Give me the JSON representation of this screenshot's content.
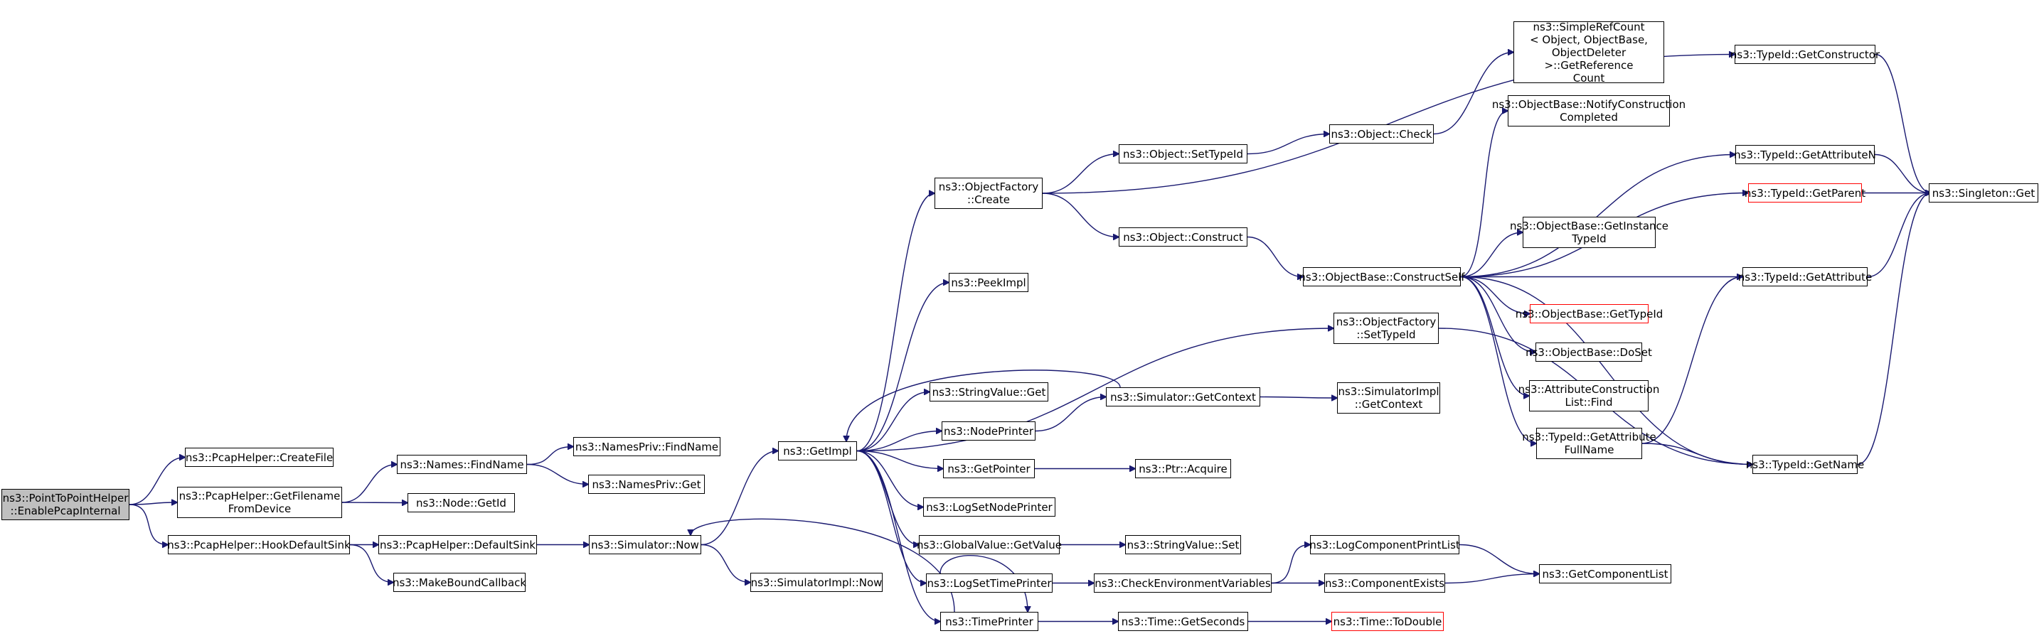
{
  "colors": {
    "edge": "#191970",
    "truncated_border": "#ff0000",
    "root_fill": "#bfbfbf"
  },
  "nodes": [
    {
      "id": "n0",
      "label": "ns3::PointToPointHelper\n::EnablePcapInternal",
      "root": true
    },
    {
      "id": "n1",
      "label": "ns3::PcapHelper::CreateFile"
    },
    {
      "id": "n2",
      "label": "ns3::PcapHelper::GetFilename\nFromDevice"
    },
    {
      "id": "n3",
      "label": "ns3::PcapHelper::HookDefaultSink"
    },
    {
      "id": "n4",
      "label": "ns3::Names::FindName"
    },
    {
      "id": "n5",
      "label": "ns3::Node::GetId"
    },
    {
      "id": "n6",
      "label": "ns3::NamesPriv::FindName"
    },
    {
      "id": "n7",
      "label": "ns3::NamesPriv::Get"
    },
    {
      "id": "n8",
      "label": "ns3::PcapHelper::DefaultSink"
    },
    {
      "id": "n9",
      "label": "ns3::MakeBoundCallback"
    },
    {
      "id": "n10",
      "label": "ns3::Simulator::Now"
    },
    {
      "id": "n11",
      "label": "ns3::GetImpl"
    },
    {
      "id": "n12",
      "label": "ns3::SimulatorImpl::Now"
    },
    {
      "id": "n13",
      "label": "ns3::ObjectFactory\n::Create"
    },
    {
      "id": "n14",
      "label": "ns3::PeekImpl"
    },
    {
      "id": "n15",
      "label": "ns3::StringValue::Get"
    },
    {
      "id": "n16",
      "label": "ns3::NodePrinter"
    },
    {
      "id": "n17",
      "label": "ns3::GetPointer"
    },
    {
      "id": "n18",
      "label": "ns3::LogSetNodePrinter"
    },
    {
      "id": "n19",
      "label": "ns3::GlobalValue::GetValue"
    },
    {
      "id": "n20",
      "label": "ns3::LogSetTimePrinter"
    },
    {
      "id": "n21",
      "label": "ns3::TimePrinter"
    },
    {
      "id": "n22",
      "label": "ns3::Object::SetTypeId"
    },
    {
      "id": "n23",
      "label": "ns3::Object::Construct"
    },
    {
      "id": "n24",
      "label": "ns3::Simulator::GetContext"
    },
    {
      "id": "n25",
      "label": "ns3::Ptr::Acquire"
    },
    {
      "id": "n26",
      "label": "ns3::StringValue::Set"
    },
    {
      "id": "n27",
      "label": "ns3::CheckEnvironmentVariables"
    },
    {
      "id": "n28",
      "label": "ns3::Time::GetSeconds"
    },
    {
      "id": "n29",
      "label": "ns3::Object::Check"
    },
    {
      "id": "n30",
      "label": "ns3::ObjectBase::ConstructSelf"
    },
    {
      "id": "n31",
      "label": "ns3::ObjectFactory\n::SetTypeId"
    },
    {
      "id": "n32",
      "label": "ns3::SimulatorImpl\n::GetContext"
    },
    {
      "id": "n33",
      "label": "ns3::LogComponentPrintList"
    },
    {
      "id": "n34",
      "label": "ns3::ComponentExists"
    },
    {
      "id": "n35",
      "label": "ns3::Time::ToDouble",
      "truncated": true
    },
    {
      "id": "n36",
      "label": "ns3::SimpleRefCount\n< Object, ObjectBase,\n ObjectDeleter >::GetReference\nCount"
    },
    {
      "id": "n37",
      "label": "ns3::ObjectBase::NotifyConstruction\nCompleted"
    },
    {
      "id": "n38",
      "label": "ns3::ObjectBase::GetInstance\nTypeId"
    },
    {
      "id": "n39",
      "label": "ns3::ObjectBase::GetTypeId",
      "truncated": true
    },
    {
      "id": "n40",
      "label": "ns3::ObjectBase::DoSet"
    },
    {
      "id": "n41",
      "label": "ns3::AttributeConstruction\nList::Find"
    },
    {
      "id": "n42",
      "label": "ns3::TypeId::GetAttribute\nFullName"
    },
    {
      "id": "n43",
      "label": "ns3::GetComponentList"
    },
    {
      "id": "n44",
      "label": "ns3::TypeId::GetConstructor"
    },
    {
      "id": "n45",
      "label": "ns3::TypeId::GetAttributeN"
    },
    {
      "id": "n46",
      "label": "ns3::TypeId::GetParent",
      "truncated": true
    },
    {
      "id": "n47",
      "label": "ns3::TypeId::GetAttribute"
    },
    {
      "id": "n48",
      "label": "ns3::TypeId::GetName"
    },
    {
      "id": "n49",
      "label": "ns3::Singleton::Get"
    }
  ],
  "edges": [
    [
      "n0",
      "n1"
    ],
    [
      "n0",
      "n2"
    ],
    [
      "n0",
      "n3"
    ],
    [
      "n2",
      "n4"
    ],
    [
      "n2",
      "n5"
    ],
    [
      "n4",
      "n6"
    ],
    [
      "n4",
      "n7"
    ],
    [
      "n3",
      "n8"
    ],
    [
      "n3",
      "n9"
    ],
    [
      "n8",
      "n10"
    ],
    [
      "n10",
      "n11"
    ],
    [
      "n10",
      "n12"
    ],
    [
      "n11",
      "n13"
    ],
    [
      "n11",
      "n14"
    ],
    [
      "n11",
      "n15"
    ],
    [
      "n11",
      "n16"
    ],
    [
      "n11",
      "n17"
    ],
    [
      "n11",
      "n18"
    ],
    [
      "n11",
      "n19"
    ],
    [
      "n11",
      "n20"
    ],
    [
      "n11",
      "n21"
    ],
    [
      "n11",
      "n31"
    ],
    [
      "n21",
      "n10"
    ],
    [
      "n13",
      "n22"
    ],
    [
      "n13",
      "n23"
    ],
    [
      "n13",
      "n44"
    ],
    [
      "n16",
      "n24"
    ],
    [
      "n24",
      "n11"
    ],
    [
      "n24",
      "n32"
    ],
    [
      "n17",
      "n25"
    ],
    [
      "n19",
      "n26"
    ],
    [
      "n20",
      "n21"
    ],
    [
      "n20",
      "n27"
    ],
    [
      "n27",
      "n33"
    ],
    [
      "n27",
      "n34"
    ],
    [
      "n21",
      "n28"
    ],
    [
      "n28",
      "n35"
    ],
    [
      "n22",
      "n29"
    ],
    [
      "n29",
      "n36"
    ],
    [
      "n23",
      "n30"
    ],
    [
      "n30",
      "n37"
    ],
    [
      "n30",
      "n45"
    ],
    [
      "n30",
      "n46"
    ],
    [
      "n30",
      "n38"
    ],
    [
      "n30",
      "n47"
    ],
    [
      "n30",
      "n39"
    ],
    [
      "n30",
      "n40"
    ],
    [
      "n30",
      "n41"
    ],
    [
      "n30",
      "n42"
    ],
    [
      "n30",
      "n48"
    ],
    [
      "n31",
      "n48"
    ],
    [
      "n33",
      "n43"
    ],
    [
      "n34",
      "n43"
    ],
    [
      "n42",
      "n48"
    ],
    [
      "n42",
      "n47"
    ],
    [
      "n44",
      "n49"
    ],
    [
      "n45",
      "n49"
    ],
    [
      "n46",
      "n49"
    ],
    [
      "n47",
      "n49"
    ],
    [
      "n48",
      "n49"
    ]
  ]
}
